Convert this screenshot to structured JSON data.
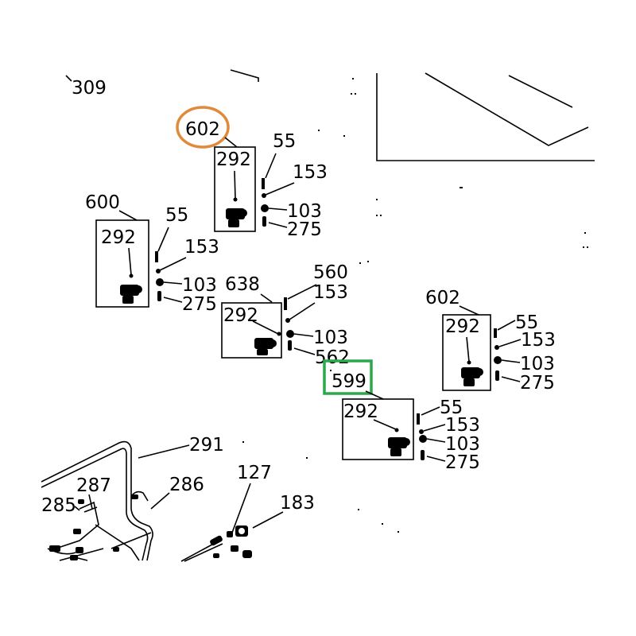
{
  "labels": {
    "l309": "309",
    "l602a": "602",
    "l55a": "55",
    "l292a": "292",
    "l153a": "153",
    "l103a": "103",
    "l275a": "275",
    "l600": "600",
    "l55b": "55",
    "l292b": "292",
    "l153b": "153",
    "l103b": "103",
    "l275b": "275",
    "l560": "560",
    "l638": "638",
    "l153c": "153",
    "l292c": "292",
    "l103c": "103",
    "l562": "562",
    "l602b": "602",
    "l55d": "55",
    "l292d": "292",
    "l153d": "153",
    "l103d": "103",
    "l275d": "275",
    "l599": "599",
    "l55e": "55",
    "l292e": "292",
    "l153e": "153",
    "l103e": "103",
    "l275e": "275",
    "l291": "291",
    "l287": "287",
    "l286": "286",
    "l285": "285",
    "l127": "127",
    "l183": "183"
  },
  "highlights": {
    "orange_color": "#e08a3c",
    "green_color": "#2aa84a"
  }
}
